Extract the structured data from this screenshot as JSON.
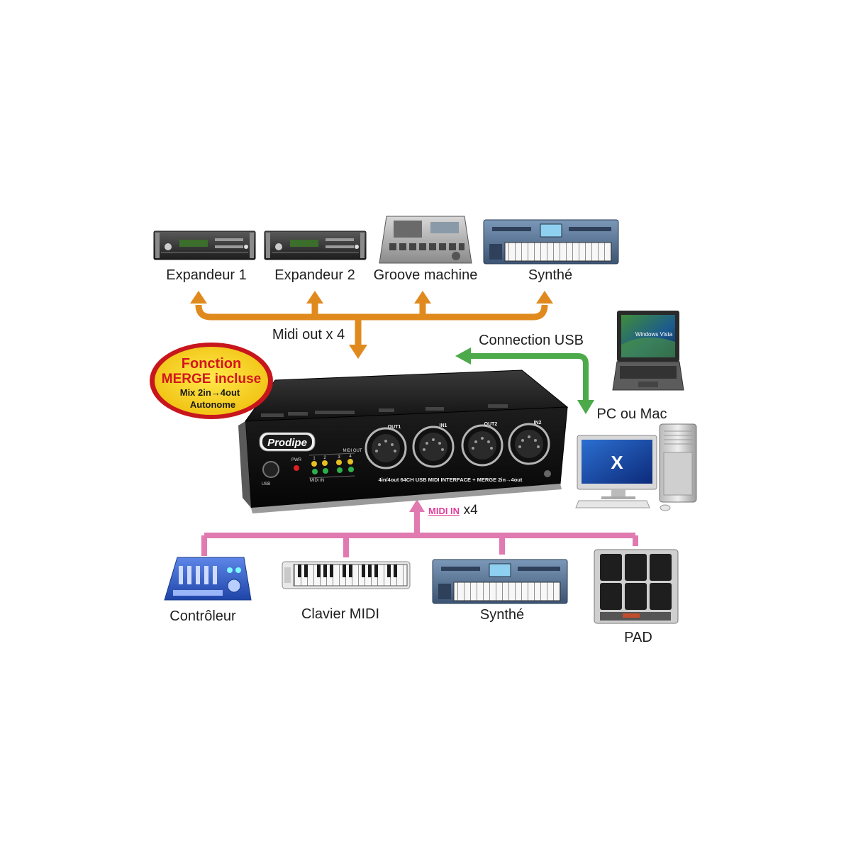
{
  "top_devices": [
    {
      "label": "Expandeur 1",
      "icon": "rack-expander-icon"
    },
    {
      "label": "Expandeur 2",
      "icon": "rack-expander-icon"
    },
    {
      "label": "Groove machine",
      "icon": "groove-machine-icon"
    },
    {
      "label": "Synthé",
      "icon": "synthesizer-keyboard-icon"
    }
  ],
  "midi_out_label": "Midi out x 4",
  "usb_label": "Connection USB",
  "computer_label": "PC ou Mac",
  "laptop_screen_text": "Windows Vista",
  "desktop_screen_text": "X",
  "badge": {
    "line1": "Fonction",
    "line2": "MERGE incluse",
    "line3": "Mix 2in→4out",
    "line4": "Autonome"
  },
  "interface": {
    "brand": "Prodipe",
    "pwr": "PWR",
    "midi_out": "MIDI OUT",
    "midi_in": "MIDI IN",
    "usb": "USB",
    "led_numbers": [
      "1",
      "2",
      "3",
      "4"
    ],
    "ports": [
      "OUT1",
      "IN1",
      "OUT2",
      "IN2"
    ],
    "caption": "4in/4out 64CH USB MIDI INTERFACE + MERGE 2in→4out"
  },
  "midi_in": {
    "label": "MIDI IN",
    "suffix": "x4"
  },
  "bottom_devices": [
    {
      "label": "Contrôleur",
      "icon": "midi-controller-icon"
    },
    {
      "label": "Clavier MIDI",
      "icon": "midi-keyboard-icon"
    },
    {
      "label": "Synthé",
      "icon": "synthesizer-keyboard-icon"
    },
    {
      "label": "PAD",
      "icon": "drum-pad-icon"
    }
  ],
  "colors": {
    "out_arrows": "#e08a1e",
    "usb_arrow": "#4caa4a",
    "in_lines": "#e07ab0",
    "badge_fill": "#f4d21a",
    "badge_ring": "#c8161d",
    "badge_text": "#d3161d"
  }
}
